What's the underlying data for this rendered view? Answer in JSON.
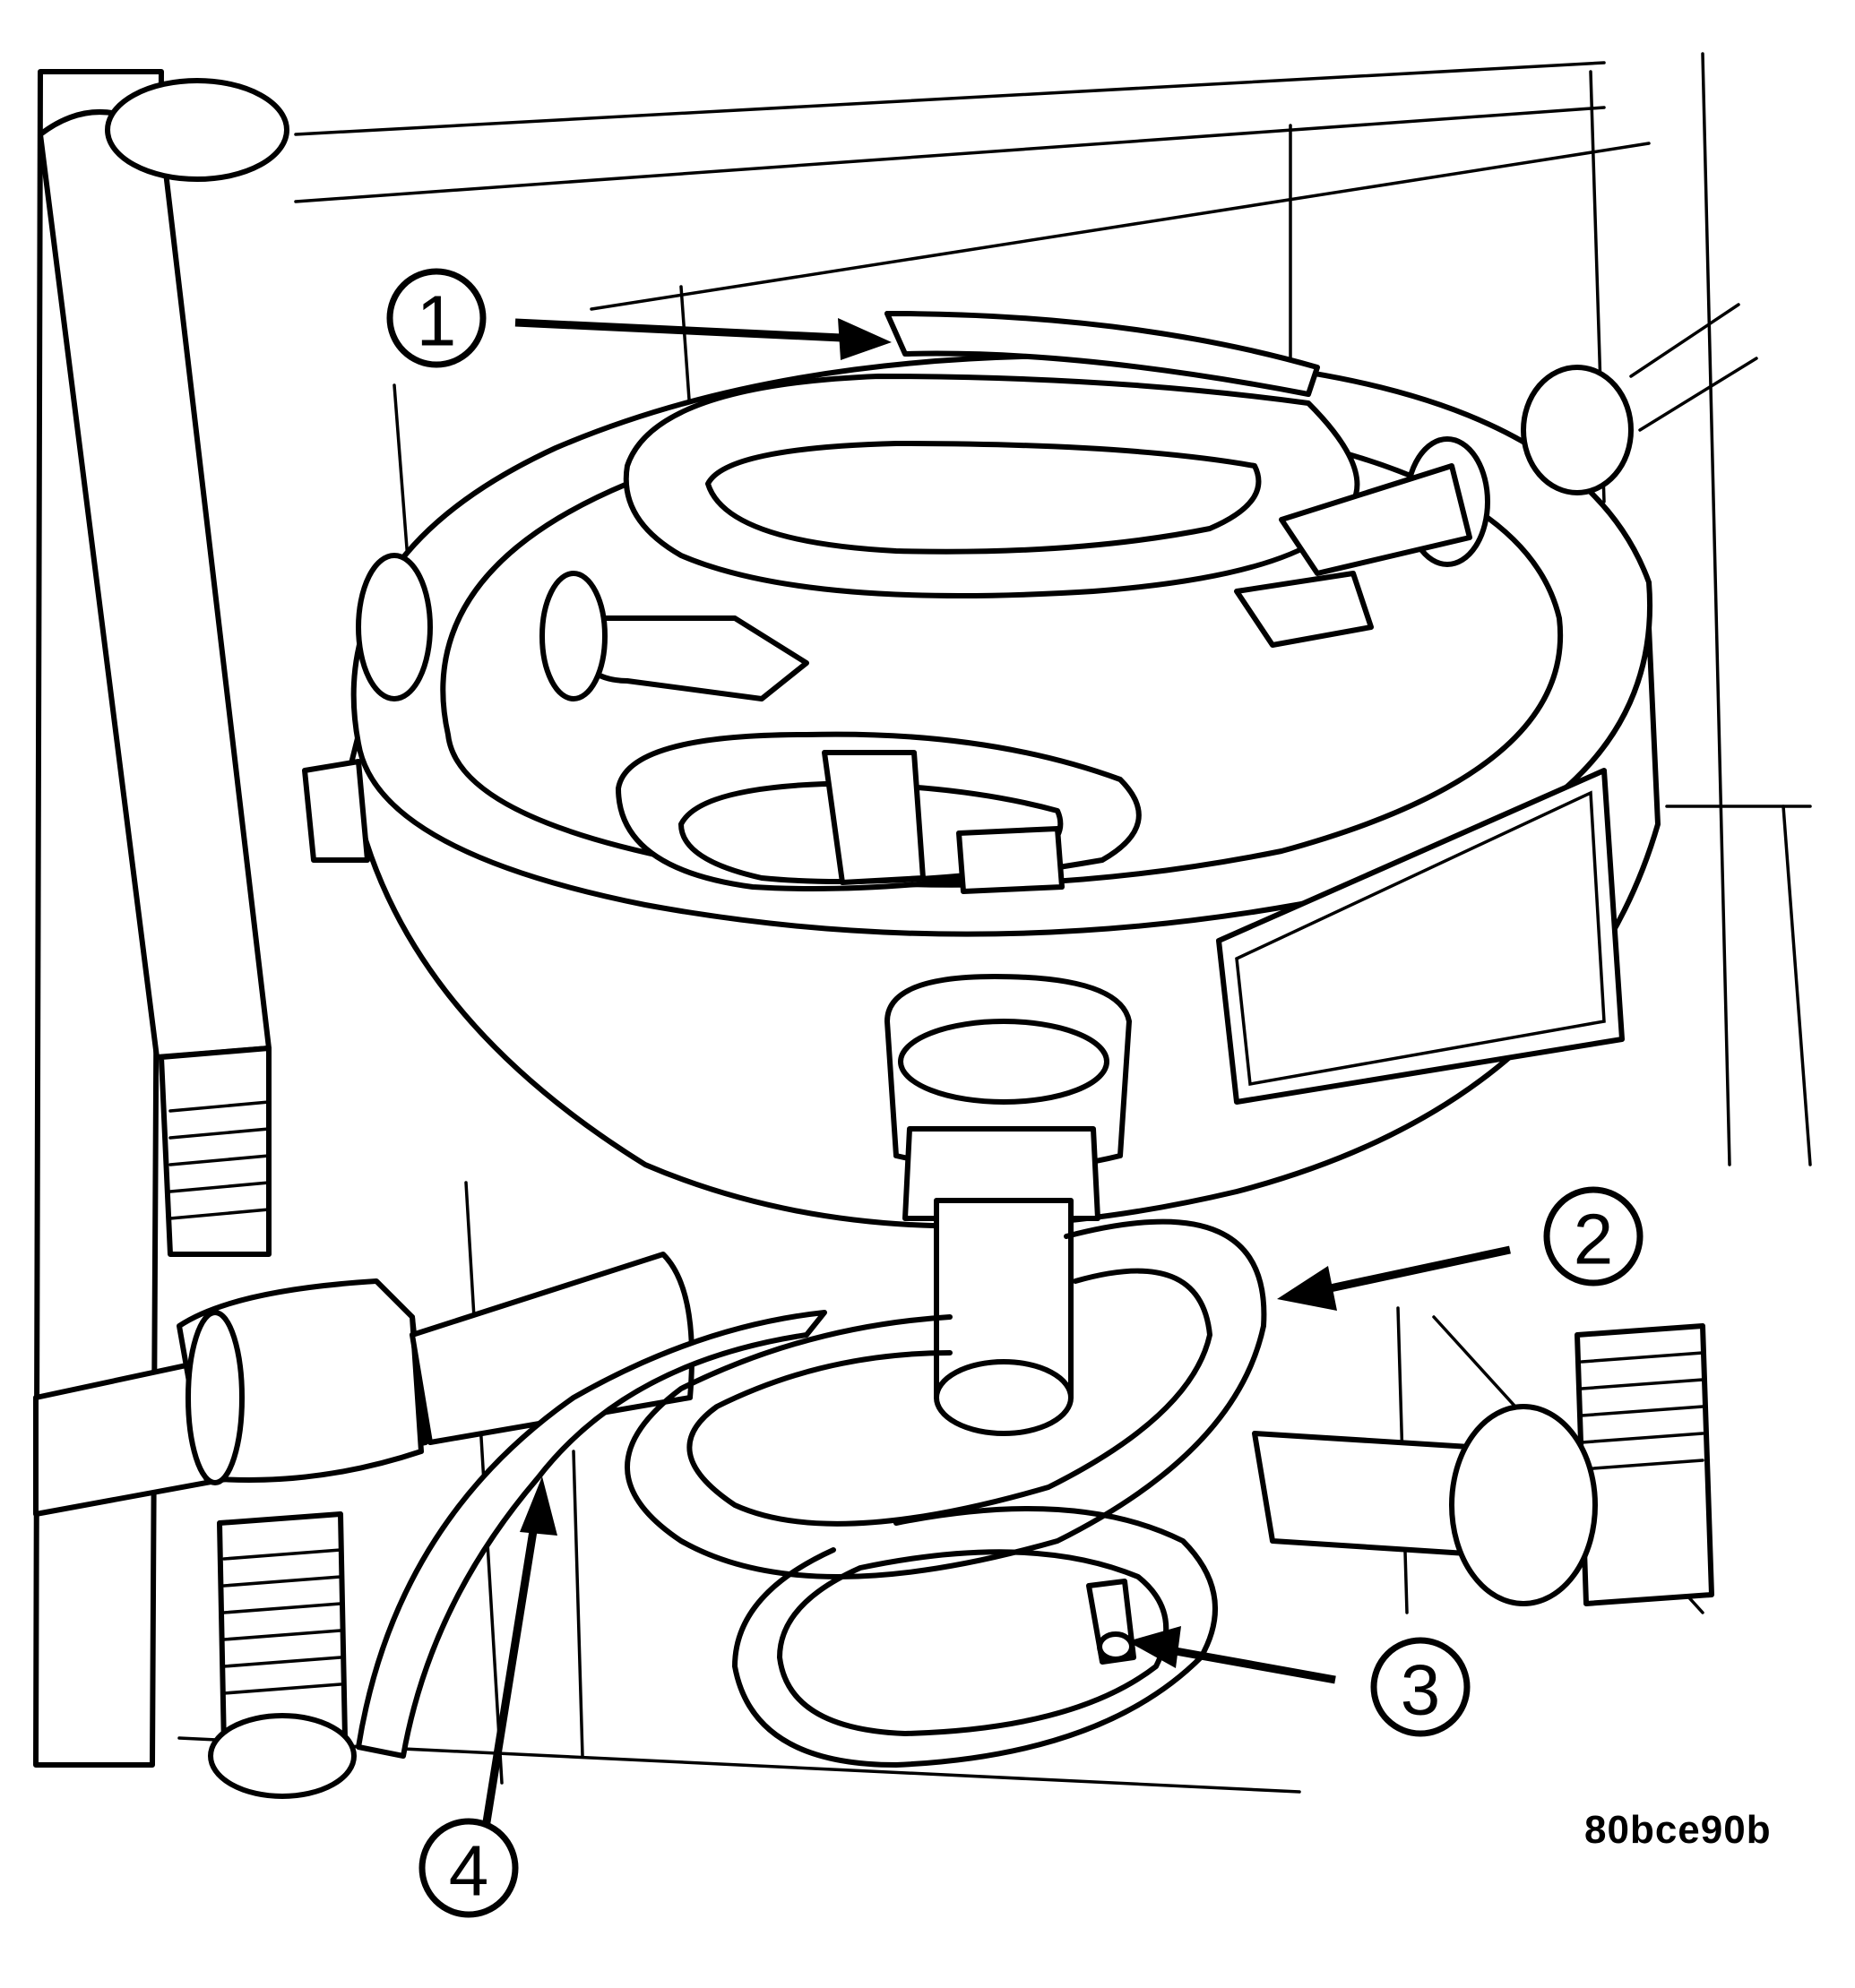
{
  "figure": {
    "id_code": "80bce90b"
  },
  "callouts": [
    {
      "number": "1"
    },
    {
      "number": "2"
    },
    {
      "number": "3"
    },
    {
      "number": "4"
    }
  ],
  "colors": {
    "ink": "#000000",
    "paper": "#ffffff"
  }
}
